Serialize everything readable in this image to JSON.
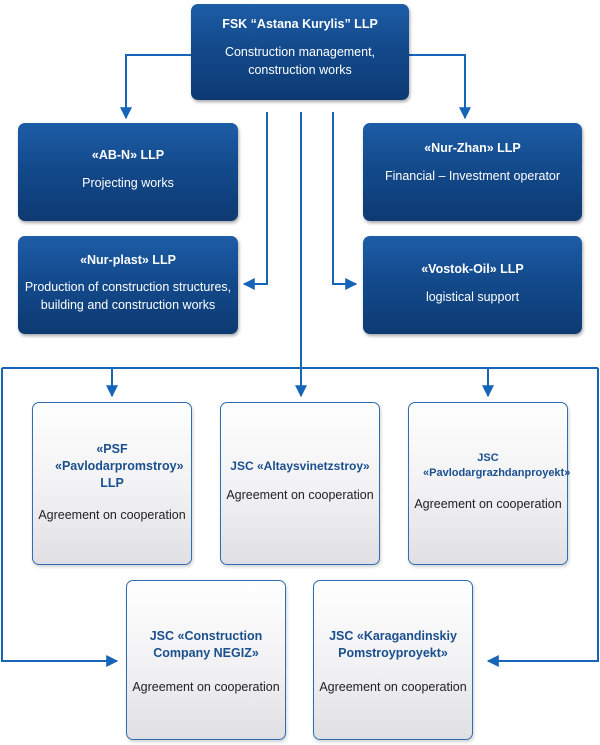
{
  "top": {
    "title": "FSK “Astana Kurylis” LLP",
    "desc": "Construction management, construction works"
  },
  "left_top": {
    "title": "«AB-N» LLP",
    "desc": "Projecting works"
  },
  "left_mid": {
    "title": "«Nur-plast» LLP",
    "desc": "Production of construction structures, building and construction works"
  },
  "right_top": {
    "title": "«Nur-Zhan» LLP",
    "desc": "Financial – Investment operator"
  },
  "right_mid": {
    "title": "«Vostok-Oil» LLP",
    "desc": "logistical support"
  },
  "p1": {
    "title": "«PSF «Pavlodarpromstroy» LLP",
    "desc": "Agreement on cooperation"
  },
  "p2": {
    "title": "JSC «Altaysvinetzstroy»",
    "desc": "Agreement on cooperation"
  },
  "p3": {
    "title": "JSC «Pavlodargrazhdanproyekt»",
    "desc": "Agreement on cooperation"
  },
  "p4": {
    "title": "JSC «Construction Company NEGIZ»",
    "desc": "Agreement on cooperation"
  },
  "p5": {
    "title": "JSC «Karagandinskiy Pomstroyproyekt»",
    "desc": "Agreement on cooperation"
  },
  "colors": {
    "accent": "#1565b8",
    "box_dark": "#134a8c",
    "box_border": "#2f6db3"
  }
}
